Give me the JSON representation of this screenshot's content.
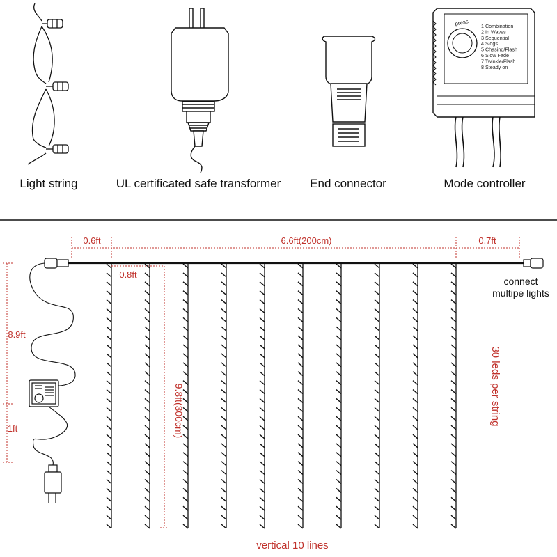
{
  "components": {
    "light_string": "Light string",
    "transformer": "UL certificated safe transformer",
    "end_connector": "End connector",
    "mode_controller": "Mode controller"
  },
  "controller": {
    "press": "press",
    "modes": [
      "1 Combination",
      "2 In Waves",
      "3 Sequential",
      "4 Slogs",
      "5 Chasing/Flash",
      "6 Slow Fade",
      "7 Twinkle/Flash",
      "8 Steady on"
    ]
  },
  "dimensions": {
    "left_lead": "0.6ft",
    "width": "6.6ft(200cm)",
    "right_lead": "0.7ft",
    "line_spacing": "0.8ft",
    "cable_upper": "8.9ft",
    "cable_lower": "1ft",
    "height": "9.8ft(300cm)",
    "leds_per_string": "30 leds per string",
    "lines": "vertical 10 lines",
    "connect": [
      "connect",
      "multipe lights"
    ]
  },
  "colors": {
    "dimension_red": "#c0312b",
    "line": "#111111"
  },
  "curtain": {
    "line_count": 10,
    "leds_per_line": 30
  }
}
